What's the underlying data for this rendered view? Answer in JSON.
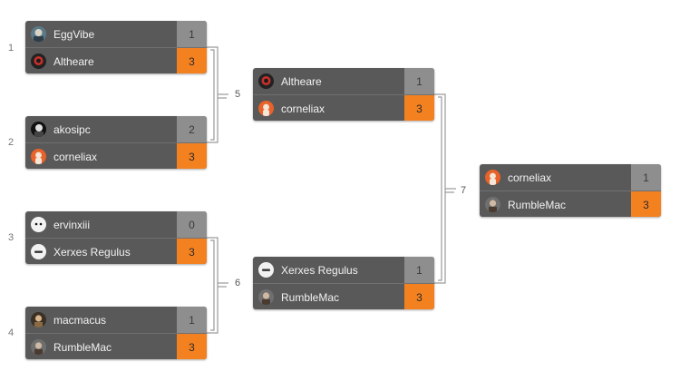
{
  "colors": {
    "win": "#f48120",
    "loss": "#8e8e8e",
    "card": "#595959"
  },
  "seeds": [
    "1",
    "2",
    "3",
    "4"
  ],
  "round_labels": {
    "r5": "5",
    "r6": "6",
    "r7": "7"
  },
  "matches": [
    {
      "players": [
        {
          "name": "EggVibe",
          "score": "1",
          "avatar": "eggvibe-avatar"
        },
        {
          "name": "Altheare",
          "score": "3",
          "avatar": "altheare-avatar"
        }
      ]
    },
    {
      "players": [
        {
          "name": "akosipc",
          "score": "2",
          "avatar": "akosipc-avatar"
        },
        {
          "name": "corneliax",
          "score": "3",
          "avatar": "corneliax-avatar"
        }
      ]
    },
    {
      "players": [
        {
          "name": "ervinxiii",
          "score": "0",
          "avatar": "ervinxiii-avatar"
        },
        {
          "name": "Xerxes Regulus",
          "score": "3",
          "avatar": "xerxes-avatar"
        }
      ]
    },
    {
      "players": [
        {
          "name": "macmacus",
          "score": "1",
          "avatar": "macmacus-avatar"
        },
        {
          "name": "RumbleMac",
          "score": "3",
          "avatar": "rumblemac-avatar"
        }
      ]
    },
    {
      "players": [
        {
          "name": "Altheare",
          "score": "1",
          "avatar": "altheare-avatar"
        },
        {
          "name": "corneliax",
          "score": "3",
          "avatar": "corneliax-avatar"
        }
      ]
    },
    {
      "players": [
        {
          "name": "Xerxes Regulus",
          "score": "1",
          "avatar": "xerxes-avatar"
        },
        {
          "name": "RumbleMac",
          "score": "3",
          "avatar": "rumblemac-avatar"
        }
      ]
    },
    {
      "players": [
        {
          "name": "corneliax",
          "score": "1",
          "avatar": "corneliax-avatar"
        },
        {
          "name": "RumbleMac",
          "score": "3",
          "avatar": "rumblemac-avatar"
        }
      ]
    }
  ]
}
